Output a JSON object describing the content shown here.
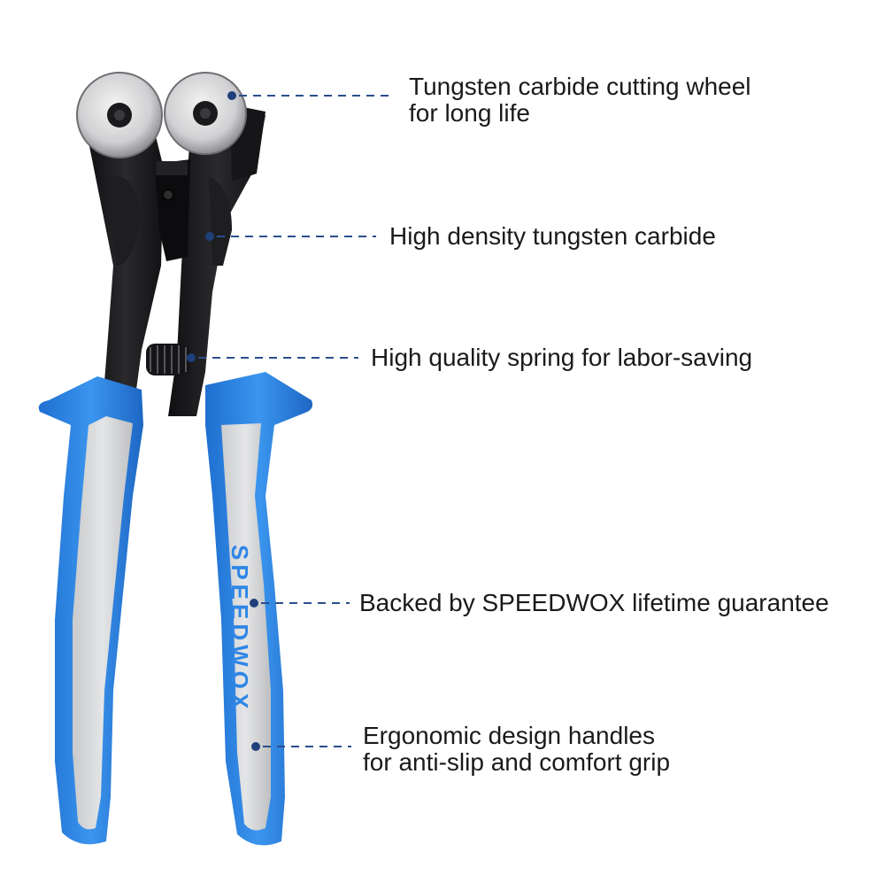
{
  "brand_on_handle": "SPEEDWOX",
  "colors": {
    "handle_blue": "#2e86e6",
    "handle_grey": "#d9dadc",
    "steel_black": "#1b1b1d",
    "wheel_silver": "#d7d7d9",
    "leader_line": "#2a4f8c"
  },
  "callouts": [
    {
      "lines": [
        "Tungsten carbide cutting wheel",
        "for long life"
      ]
    },
    {
      "lines": [
        "High density tungsten carbide"
      ]
    },
    {
      "lines": [
        "High quality spring for labor-saving"
      ]
    },
    {
      "lines": [
        "Backed by SPEEDWOX lifetime guarantee"
      ]
    },
    {
      "lines": [
        "Ergonomic design handles",
        "for anti-slip and comfort grip"
      ]
    }
  ]
}
